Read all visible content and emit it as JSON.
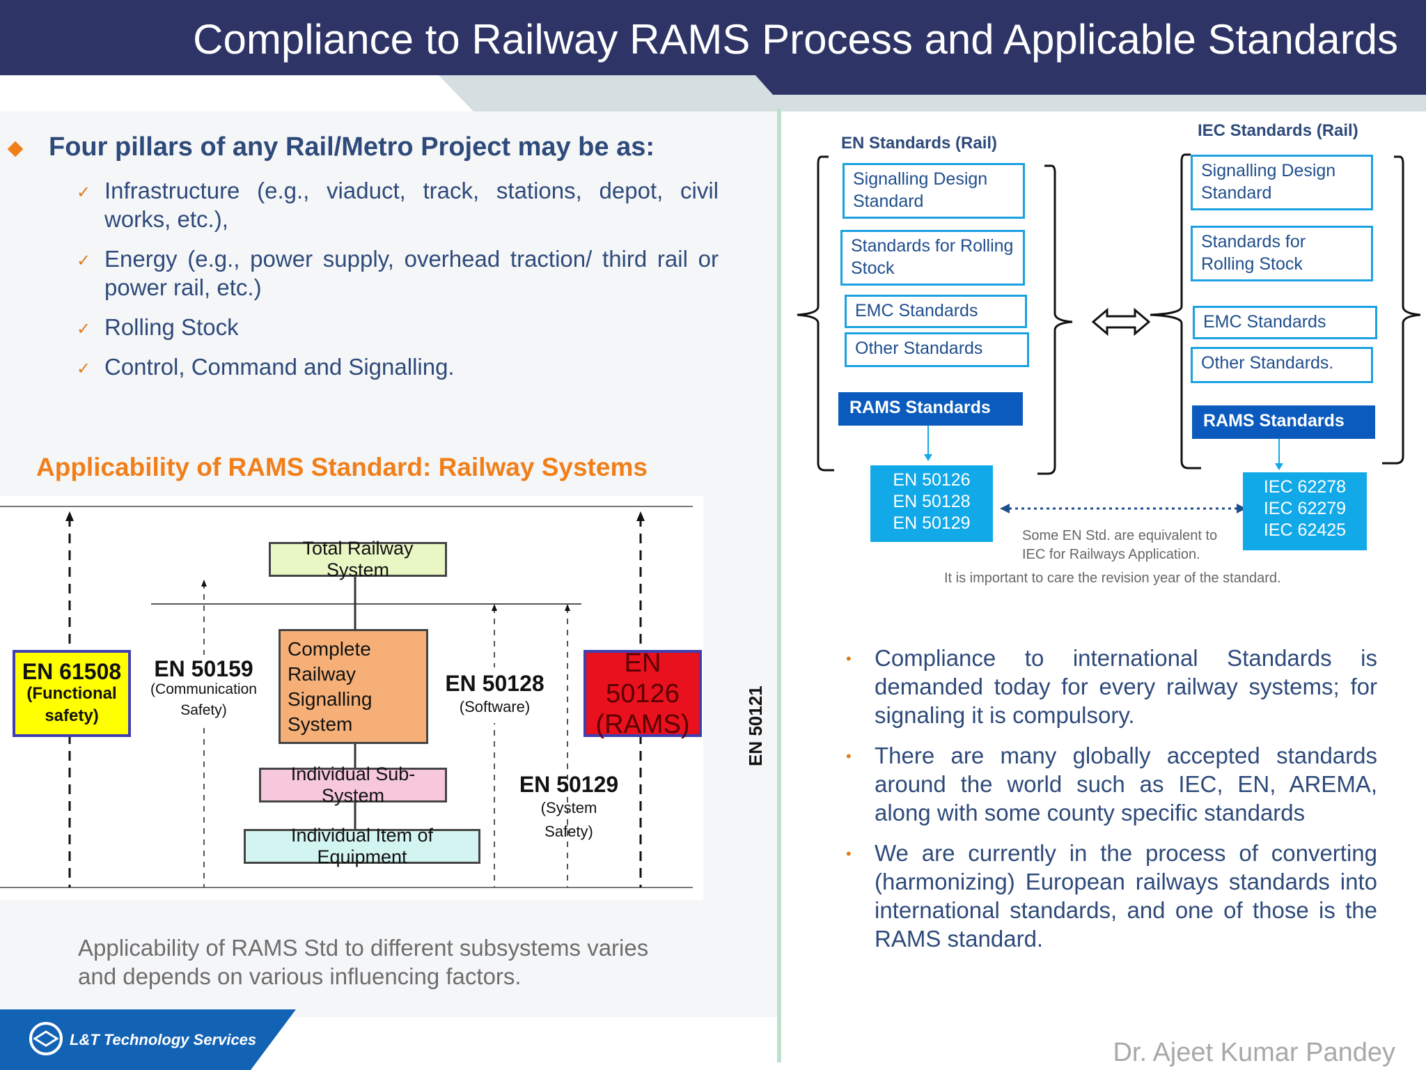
{
  "header": {
    "title": "Compliance to Railway RAMS Process and Applicable Standards"
  },
  "left": {
    "pillars_title": "Four pillars of any Rail/Metro Project may be as:",
    "pillars": [
      "Infrastructure (e.g., viaduct, track, stations, depot, civil works, etc.),",
      "Energy (e.g., power supply, overhead traction/ third rail or power rail, etc.)",
      "Rolling Stock",
      "Control, Command and Signalling."
    ],
    "applicability_title": "Applicability of RAMS Standard: Railway Systems",
    "diagram": {
      "total_system": "Total Railway System",
      "complete_signalling": [
        "Complete",
        "Railway",
        "Signalling",
        "System"
      ],
      "sub_system": "Individual Sub-System",
      "item_equipment": "Individual Item of Equipment",
      "en61508": {
        "code": "EN 61508",
        "desc1": "(Functional",
        "desc2": "safety)"
      },
      "en50159": {
        "code": "EN 50159",
        "desc1": "(Communication",
        "desc2": "Safety)"
      },
      "en50128": {
        "code": "EN 50128",
        "desc1": "(Software)"
      },
      "en50129": {
        "code": "EN 50129",
        "desc1": "(System Safety)"
      },
      "en50126": {
        "code": "EN 50126",
        "desc1": "(RAMS)"
      },
      "en50121": "EN 50121"
    },
    "caption": "Applicability of RAMS Std to different subsystems varies and depends on various influencing factors."
  },
  "right": {
    "en_title": "EN Standards (Rail)",
    "iec_title": "IEC Standards (Rail)",
    "en_boxes": [
      "Signalling Design Standard",
      "Standards for Rolling Stock",
      "EMC Standards",
      "Other Standards"
    ],
    "iec_boxes": [
      "Signalling Design Standard",
      "Standards for Rolling Stock",
      "EMC Standards",
      "Other Standards."
    ],
    "rams_label": "RAMS Standards",
    "en_codes": [
      "EN 50126",
      "EN 50128",
      "EN 50129"
    ],
    "iec_codes": [
      "IEC 62278",
      "IEC 62279",
      "IEC 62425"
    ],
    "note1": "Some EN Std. are equivalent to",
    "note2": "IEC for Railways Application.",
    "note3": "It is important to care the revision year of the standard.",
    "bullets": [
      "Compliance to international Standards is demanded today  for every railway systems; for signaling it is compulsory.",
      "There are many globally accepted standards around the world such as IEC, EN, AREMA, along with some county specific standards",
      "We are currently in the process of converting (harmonizing) European railways standards into international standards, and one of those is the RAMS standard."
    ]
  },
  "footer": {
    "logo_text": "L&T Technology Services",
    "author": "Dr. Ajeet Kumar Pandey"
  },
  "colors": {
    "title_bar": "#2e3466",
    "accent_orange": "#f07f1a",
    "text_blue": "#2e4a7a",
    "cyan": "#12a9e8",
    "rams_blue": "#0a5bbd",
    "logo_blue": "#1363b5"
  }
}
